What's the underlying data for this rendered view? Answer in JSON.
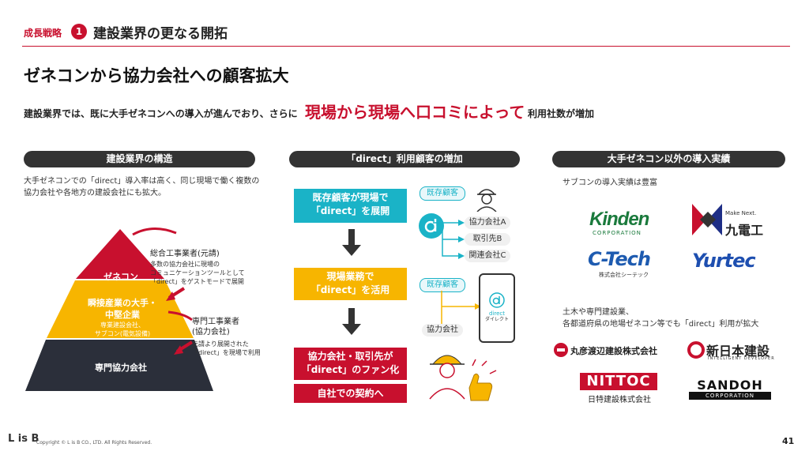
{
  "header": {
    "tag": "成長戦略",
    "number": "1",
    "title": "建設業界の更なる開拓"
  },
  "main_title": "ゼネコンから協力会社への顧客拡大",
  "lead": {
    "part1": "建設業界では、既に大手ゼネコンへの導入が進んでおり、さらに",
    "highlight": "現場から現場へ口コミによって",
    "part2": "利用社数が増加"
  },
  "left": {
    "pill": "建設業界の構造",
    "desc_line1": "大手ゼネコンでの「direct」導入率は高く、同じ現場で働く複数の",
    "desc_line2": "協力会社や各地方の建設会社にも拡大。",
    "pyramid": {
      "top": "ゼネコン",
      "mid_title_1": "瞬接産業の大手・",
      "mid_title_2": "中堅企業",
      "mid_sub_1": "専業建設会社、",
      "mid_sub_2": "サブコン(電気設備)",
      "bottom": "専門協力会社"
    },
    "note1": {
      "title": "総合工事業者(元請)",
      "line1": "多数の協力会社に現場の",
      "line2": "コミュニケーションツールとして",
      "line3": "「direct」をゲストモードで展開"
    },
    "note2": {
      "title1": "専門工事業者",
      "title2": "(協力会社)",
      "line1": "元請より展開された",
      "line2": "「direct」を現場で利用"
    }
  },
  "center": {
    "pill": "「direct」利用顧客の増加",
    "step1_line1": "既存顧客が現場で",
    "step1_line2": "「direct」を展開",
    "step2_line1": "現場業務で",
    "step2_line2": "「direct」を活用",
    "step3_line1": "協力会社・取引先が",
    "step3_line2": "「direct」のファン化",
    "step4": "自社での契約へ",
    "tag_existing": "既存顧客",
    "tag_existing2": "既存顧客",
    "branch_a": "協力会社A",
    "branch_b": "取引先B",
    "branch_c": "関連会社C",
    "partner": "協力会社",
    "app_label_1": "direct",
    "app_label_2": "ダイレクト"
  },
  "right": {
    "pill": "大手ゼネコン以外の導入実績",
    "intro": "サブコンの導入実績は豊富",
    "logos_sub": {
      "kinden": "Kinden",
      "kinden_sub": "CORPORATION",
      "kyuden_tag": "Make Next.",
      "kyuden": "九電工",
      "ctech": "C-Tech",
      "ctech_sub": "株式会社シーテック",
      "yurtec": "Yurtec"
    },
    "text2_line1": "土木や専門建設業、",
    "text2_line2": "各都道府県の地場ゼネコン等でも「direct」利用が拡大",
    "logos_local": {
      "maruhiko": "丸彦渡辺建設株式会社",
      "shinnihon": "新日本建設",
      "shinnihon_sub": "INTELLIGENT DEVELOPER",
      "nittoc": "NITTOC",
      "nittoc_sub": "日特建設株式会社",
      "sandoh": "SANDOH",
      "sandoh_sub": "CORPORATION"
    }
  },
  "footer": {
    "logo": "L is B",
    "copyright": "Copyright © L is B CO., LTD. All Rights Reserved.",
    "page": "41"
  },
  "colors": {
    "accent": "#c8102e",
    "cyan": "#1ab3c7",
    "yellow": "#f7b500",
    "dark": "#2b2f3a"
  }
}
